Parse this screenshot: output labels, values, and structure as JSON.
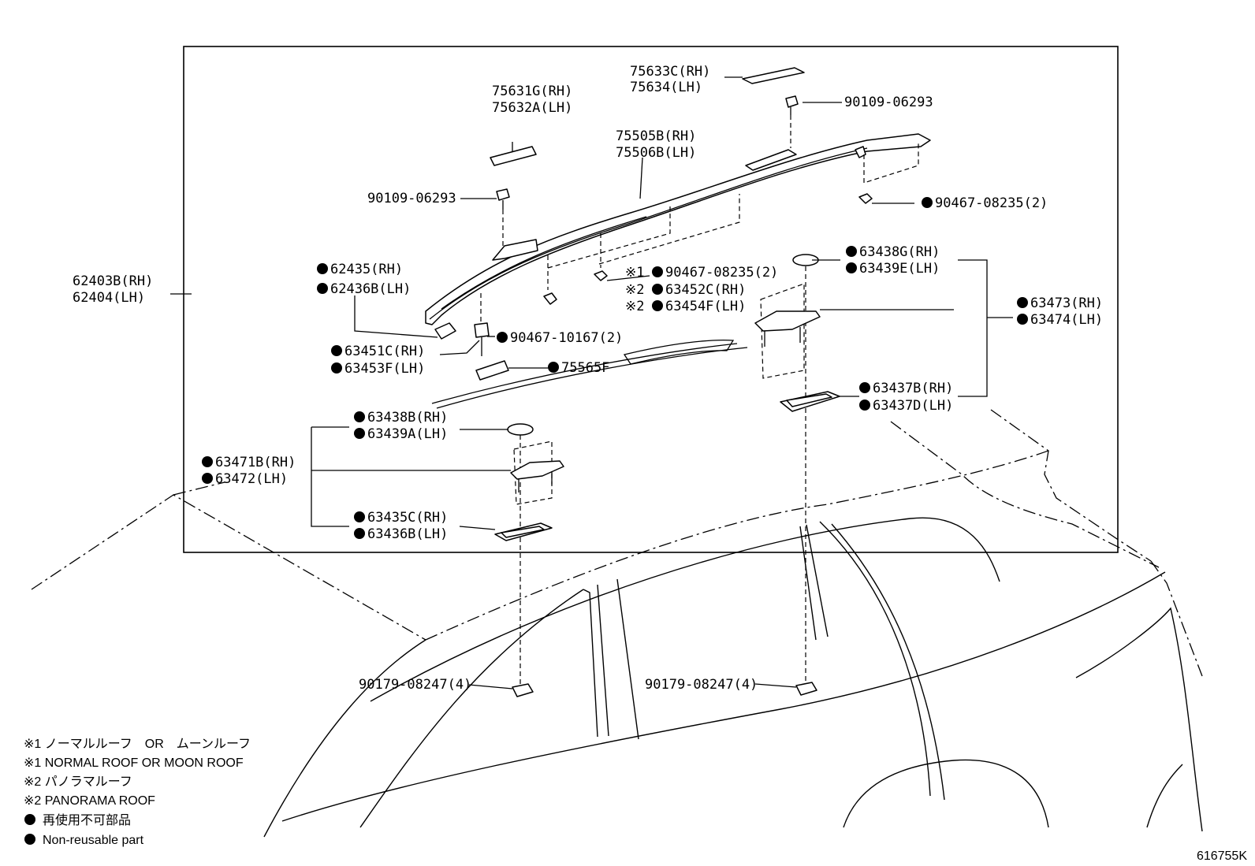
{
  "labels": {
    "p75633c": "75633C(RH)",
    "p75634": "75634(LH)",
    "p90109_top": "90109-06293",
    "p75631g": "75631G(RH)",
    "p75632a": "75632A(LH)",
    "p75505b": "75505B(RH)",
    "p75506b": "75506B(LH)",
    "p90109_left": "90109-06293",
    "p90467_08235_right": "90467-08235(2)",
    "p62435": "62435(RH)",
    "p62436b": "62436B(LH)",
    "p62403b": "62403B(RH)",
    "p62404": "62404(LH)",
    "p90467_08235_mid_mark": "※1",
    "p90467_08235_mid": "90467-08235(2)",
    "p63452c_mark": "※2",
    "p63452c": "63452C(RH)",
    "p63454f_mark": "※2",
    "p63454f": "63454F(LH)",
    "p63438g": "63438G(RH)",
    "p63439e": "63439E(LH)",
    "p63473": "63473(RH)",
    "p63474": "63474(LH)",
    "p90467_10167": "90467-10167(2)",
    "p63451c": "63451C(RH)",
    "p63453f": "63453F(LH)",
    "p75565f": "75565F",
    "p63437b": "63437B(RH)",
    "p63437d": "63437D(LH)",
    "p63438b": "63438B(RH)",
    "p63439a": "63439A(LH)",
    "p63471b": "63471B(RH)",
    "p63472": "63472(LH)",
    "p63435c": "63435C(RH)",
    "p63436b": "63436B(LH)",
    "p90179_left": "90179-08247(4)",
    "p90179_right": "90179-08247(4)"
  },
  "legend": {
    "line1": "※1 ノーマルルーフ　OR　ムーンルーフ",
    "line2": "※1 NORMAL ROOF OR MOON ROOF",
    "line3": "※2 パノラマルーフ",
    "line4": "※2 PANORAMA ROOF",
    "line5": "再使用不可部品",
    "line6": "Non-reusable part"
  },
  "figure_id": "616755K",
  "colors": {
    "ink": "#000000",
    "paper": "#ffffff"
  }
}
